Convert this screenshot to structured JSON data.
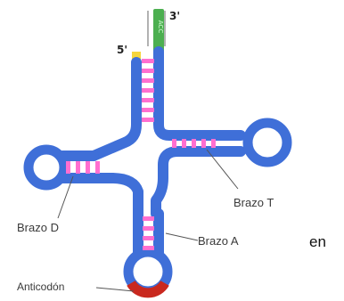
{
  "diagram": {
    "ends": {
      "three_prime": "3'",
      "five_prime": "5'"
    },
    "acceptor_sequence": "ACC",
    "labels": {
      "t_arm": "Brazo T",
      "d_arm": "Brazo D",
      "a_arm": "Brazo A",
      "anticodon": "Anticodón"
    },
    "colors": {
      "backbone": "#3f6fd8",
      "base_pairs": "#ff6fd0",
      "acceptor_stem": "#4caf50",
      "five_prime_tip": "#f5d53c",
      "anticodon": "#c9281e"
    }
  },
  "side_text": "en"
}
